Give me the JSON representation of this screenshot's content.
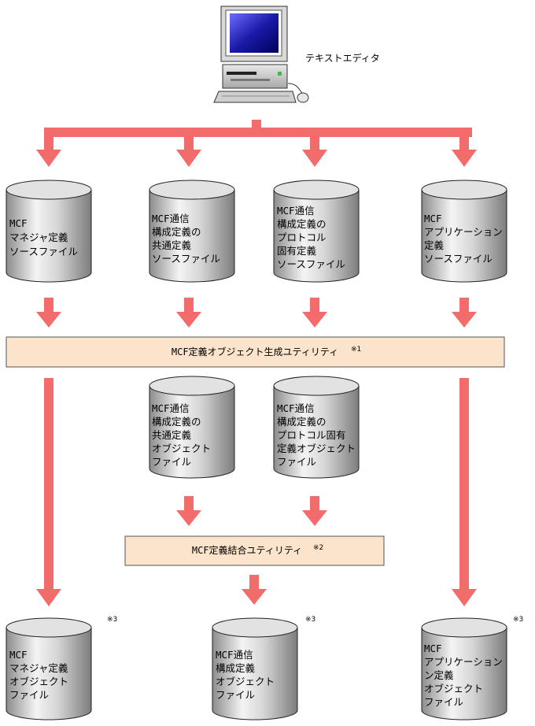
{
  "editor": {
    "label": "テキストエディタ",
    "icon": "computer-icon"
  },
  "sources": {
    "manager": [
      "MCF",
      "マネジャ定義",
      "ソースファイル"
    ],
    "comm_common": [
      "MCF通信",
      "構成定義の",
      "共通定義",
      "ソースファイル"
    ],
    "comm_protocol": [
      "MCF通信",
      "構成定義の",
      "プロトコル",
      "固有定義",
      "ソースファイル"
    ],
    "application": [
      "MCF",
      "アプリケーション",
      "定義",
      "ソースファイル"
    ]
  },
  "utility1": {
    "label": "MCF定義オブジェクト生成ユティリティ",
    "note": "※1"
  },
  "intermediate": {
    "comm_common": [
      "MCF通信",
      "構成定義の",
      "共通定義",
      "オブジェクト",
      "ファイル"
    ],
    "comm_protocol": [
      "MCF通信",
      "構成定義の",
      "プロトコル固有",
      "定義オブジェクト",
      "ファイル"
    ]
  },
  "utility2": {
    "label": "MCF定義結合ユティリティ",
    "note": "※2"
  },
  "outputs": {
    "manager": {
      "lines": [
        "MCF",
        "マネジャ定義",
        "オブジェクト",
        "ファイル"
      ],
      "note": "※3"
    },
    "comm": {
      "lines": [
        "MCF通信",
        "構成定義",
        "オブジェクト",
        "ファイル"
      ],
      "note": "※3"
    },
    "application": {
      "lines": [
        "MCF",
        "アプリケーション",
        "ン定義",
        "オブジェクト",
        "ファイル"
      ],
      "note": "※3"
    }
  },
  "colors": {
    "arrow": "#f26c6c",
    "box_fill": "#fbe3cc",
    "box_stroke": "#555555",
    "cylinder_light": "#f4f4f4",
    "cylinder_dark": "#8c8c8c"
  }
}
